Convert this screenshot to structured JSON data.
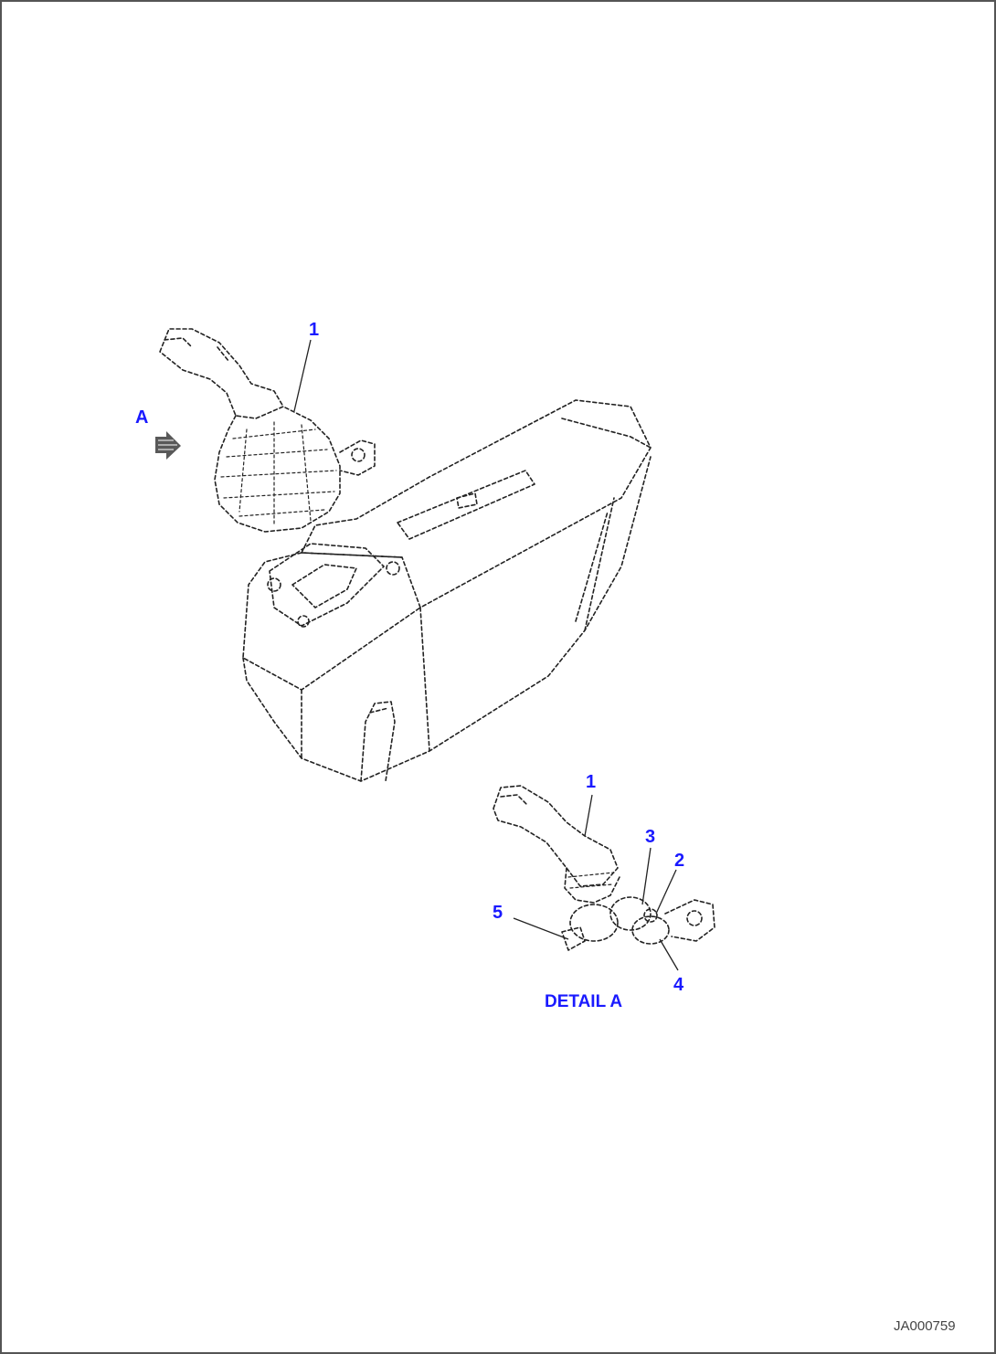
{
  "callouts": {
    "main_1": "1",
    "view_a": "A",
    "detail_1": "1",
    "detail_2": "2",
    "detail_3": "3",
    "detail_4": "4",
    "detail_5": "5"
  },
  "detail_title": "DETAIL A",
  "figure_id": "JA000759",
  "colors": {
    "callout": "#1a1aff",
    "linework": "#222222",
    "frame": "#555555"
  }
}
